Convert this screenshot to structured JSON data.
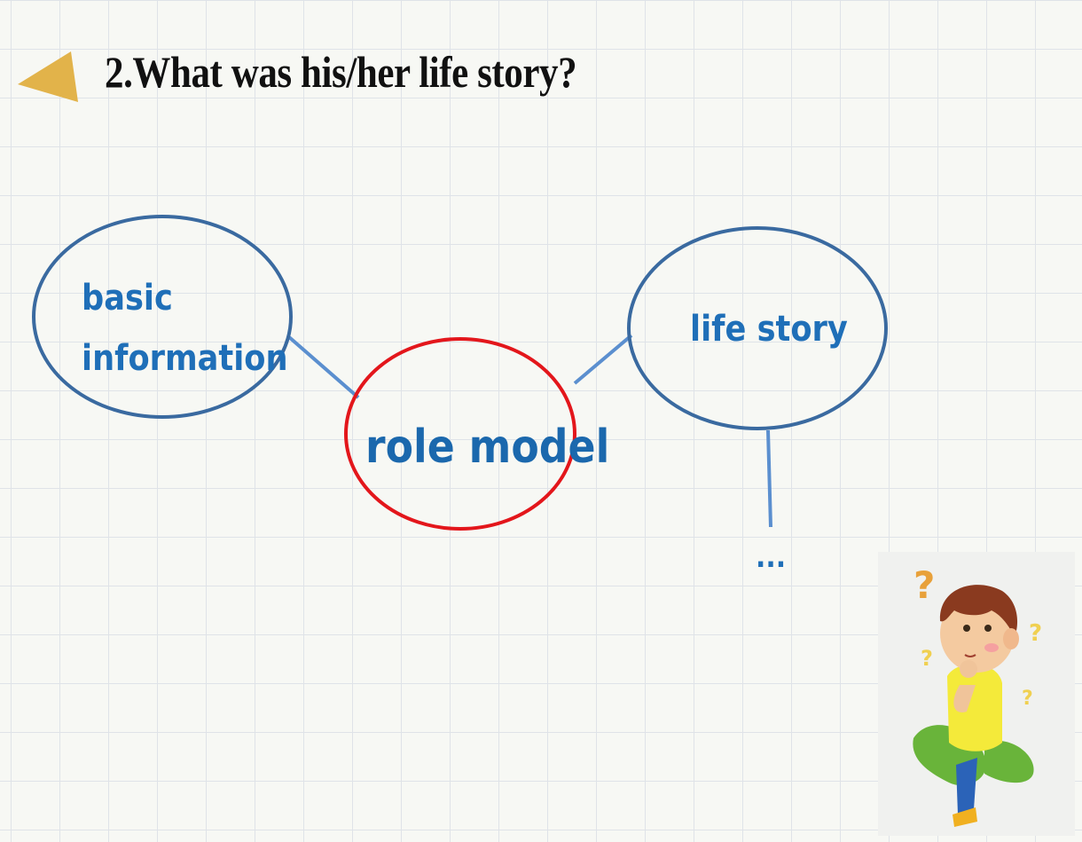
{
  "slide": {
    "title": "2.What was his/her life story?"
  },
  "mind_map": {
    "center": "role model",
    "nodes": {
      "basic_information": "basic\ninformation",
      "life_story": "life story",
      "more": "..."
    }
  },
  "colors": {
    "title_text": "#111111",
    "node_text": "#1f6fb8",
    "node_outline": "#3a6aa0",
    "center_outline": "#e3161b",
    "connector": "#5b8fcf",
    "arrow": "#e2b34a",
    "grid": "#dfe3e8",
    "background": "#f7f8f4"
  },
  "icons": [
    "back-triangle-icon",
    "thinking-boy-illustration",
    "question-mark-icon"
  ]
}
